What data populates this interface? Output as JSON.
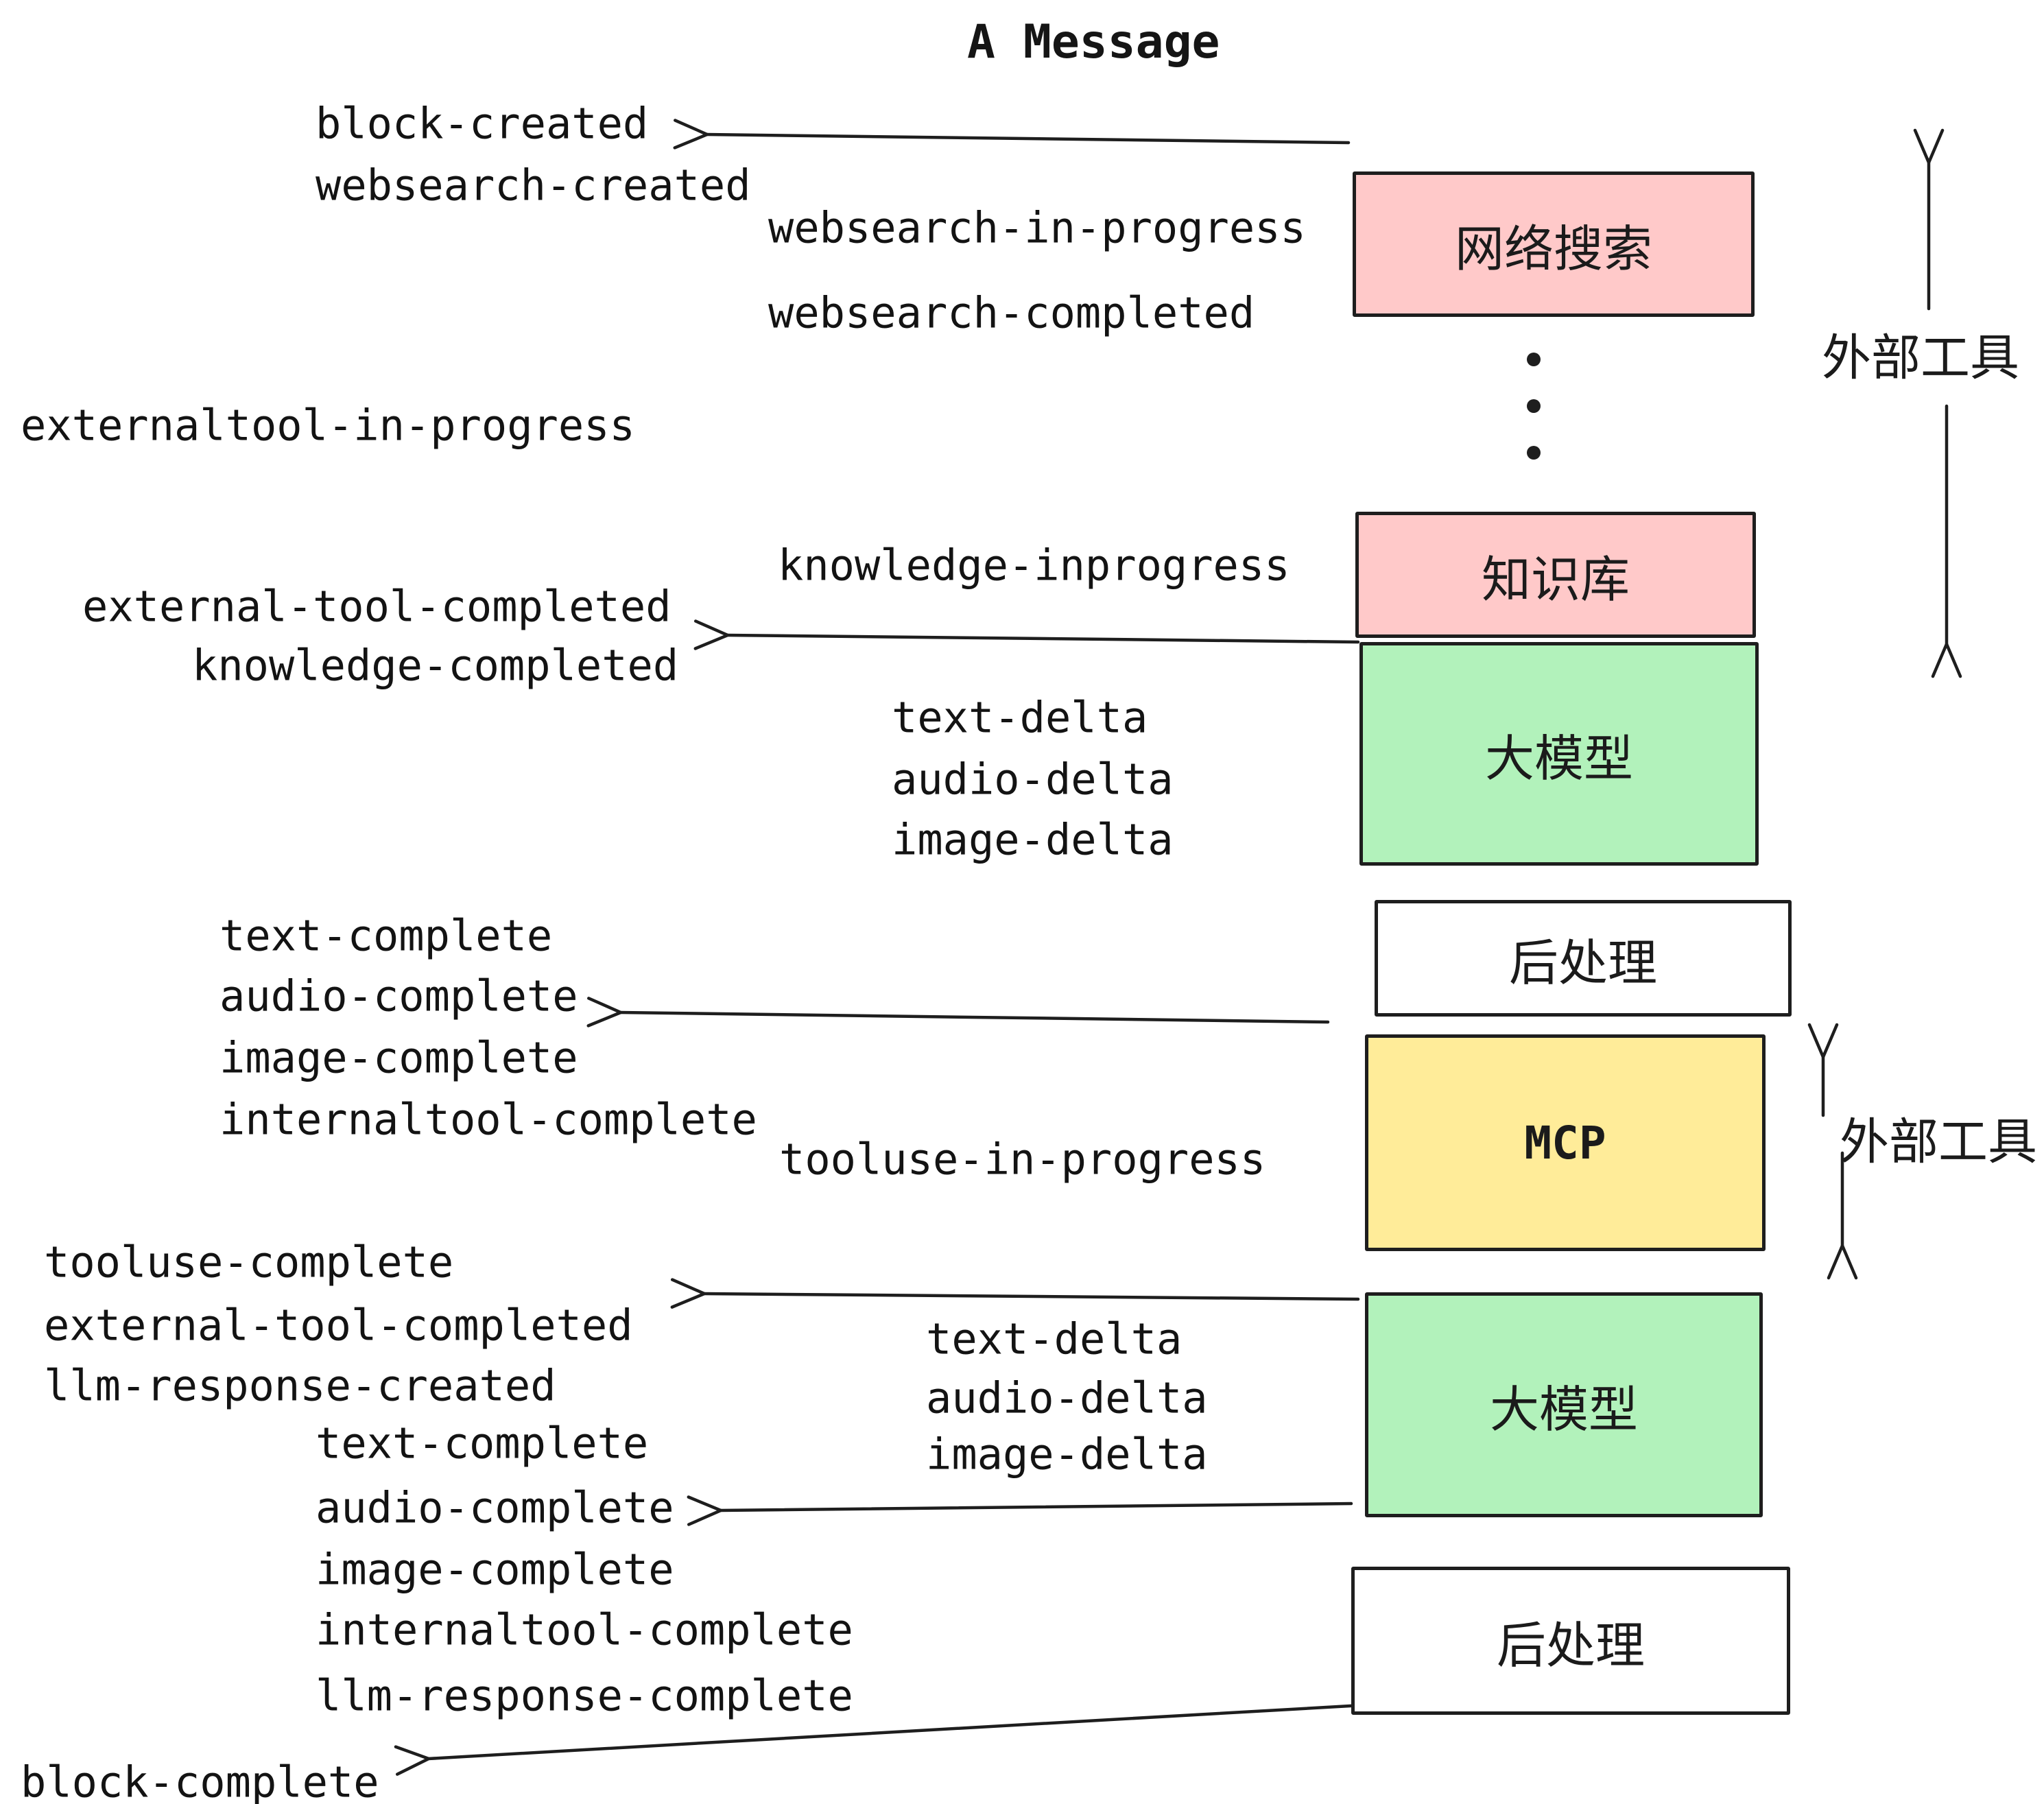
{
  "title": "A Message",
  "colors": {
    "stroke": "#1e1e1e",
    "pink": "#ffc9c9",
    "green": "#b2f2bb",
    "yellow": "#ffec99",
    "white": "#ffffff",
    "text": "#131313"
  },
  "boxes": {
    "websearch": {
      "label": "网络搜索",
      "fill": "#ffc9c9"
    },
    "knowledge": {
      "label": "知识库",
      "fill": "#ffc9c9"
    },
    "llm_top": {
      "label": "大模型",
      "fill": "#b2f2bb"
    },
    "postprocess_top": {
      "label": "后处理",
      "fill": "#ffffff"
    },
    "mcp": {
      "label": "MCP",
      "fill": "#ffec99"
    },
    "llm_bottom": {
      "label": "大模型",
      "fill": "#b2f2bb"
    },
    "postprocess_bottom": {
      "label": "后处理",
      "fill": "#ffffff"
    }
  },
  "side_annotations": {
    "external_tools_top": {
      "label": "外部工具"
    },
    "external_tools_bottom": {
      "label": "外部工具"
    }
  },
  "icons": {
    "vertical_ellipsis": "⋮"
  },
  "events": {
    "block_created": "block-created",
    "websearch_created": "websearch-created",
    "websearch_in_progress": "websearch-in-progress",
    "websearch_completed": "websearch-completed",
    "externaltool_in_progress": "externaltool-in-progress",
    "knowledge_inprogress": "knowledge-inprogress",
    "external_tool_completed": "external-tool-completed",
    "knowledge_completed": "knowledge-completed",
    "text_delta": "text-delta",
    "audio_delta": "audio-delta",
    "image_delta": "image-delta",
    "text_complete": "text-complete",
    "audio_complete": "audio-complete",
    "image_complete": "image-complete",
    "internaltool_complete": "internaltool-complete",
    "tooluse_in_progress": "tooluse-in-progress",
    "tooluse_complete": "tooluse-complete",
    "llm_response_created": "llm-response-created",
    "llm_response_complete": "llm-response-complete",
    "block_complete": "block-complete"
  }
}
